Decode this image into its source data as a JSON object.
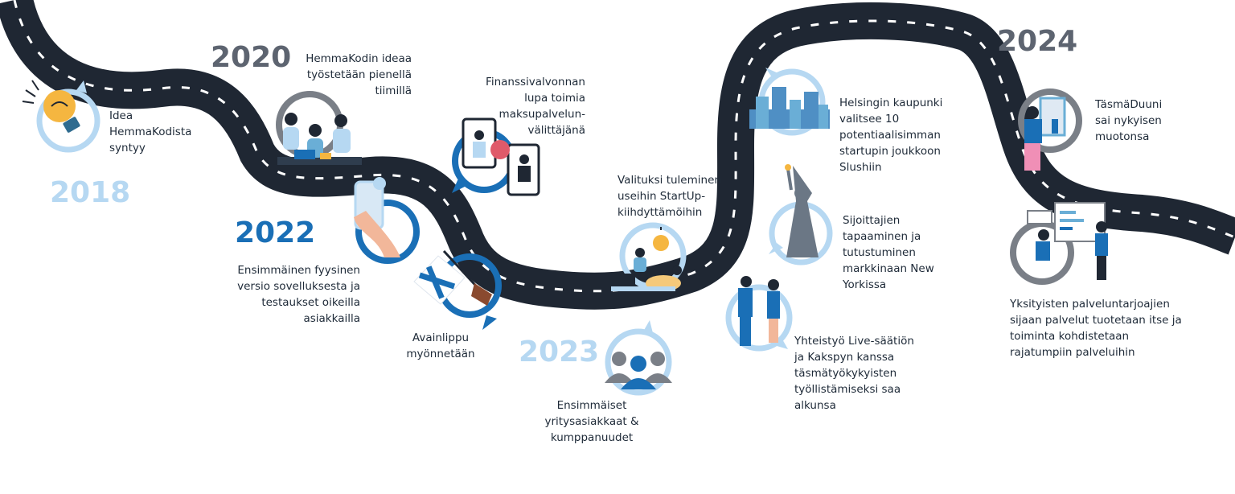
{
  "colors": {
    "road": "#1f2733",
    "dash": "#ffffff",
    "year_grey": "#5d6470",
    "year_light_blue": "#b6d8f2",
    "year_blue": "#1a6fb6",
    "ring_light": "#b6d8f2",
    "ring_blue": "#1a6fb6",
    "ring_grey": "#7a7f87"
  },
  "years": {
    "y2018": "2018",
    "y2020": "2020",
    "y2022": "2022",
    "y2023": "2023",
    "y2024": "2024"
  },
  "milestones": {
    "idea": "Idea\nHemmaKodista\nsyntyy",
    "team": "HemmaKodin ideaa\ntyöstetään pienellä\ntiimillä",
    "license": "Finanssivalvonnan\nlupa toimia\nmaksupalvelun-\nvälittäjänä",
    "prototype": "Ensimmäinen fyysinen\nversio sovelluksesta ja\ntestaukset oikeilla\nasiakkailla",
    "key_flag": "Avainlippu\nmyönnetään",
    "accelerators": "Valituksi tuleminen\nuseihin StartUp-\nkiihdyttämöihin",
    "first_clients": "Ensimmäiset\nyritysasiakkaat &\nkumppanuudet",
    "helsinki": "Helsingin kaupunki\nvalitsee 10\npotentiaalisimman\nstartupin joukkoon\nSlushiin",
    "investors": "Sijoittajien\ntapaaminen ja\ntutustuminen\nmarkkinaan New\nYorkissa",
    "cooperation": "Yhteistyö Live-säätiön\nja Kakspyn kanssa\ntäsmätyökykyisten\ntyöllistämiseksi saa\nalkunsa",
    "tasmaduuni": "TäsmäDuuni\nsai nykyisen\nmuotonsa",
    "own_services": "Yksityisten palveluntarjoajien\nsijaan palvelut tuotetaan itse ja\ntoiminta kohdistetaan\nrajatumpiin palveluihin"
  },
  "icons": {
    "idea": "lightbulb-icon",
    "team": "team-meeting-icon",
    "license": "phone-handshake-icon",
    "prototype": "hand-holding-phone-icon",
    "key_flag": "finnish-flag-icon",
    "accelerators": "startup-team-icon",
    "first_clients": "people-group-icon",
    "helsinki": "city-skyline-icon",
    "investors": "statue-of-liberty-icon",
    "cooperation": "handshake-people-icon",
    "tasmaduuni": "worker-window-icon",
    "own_services": "dashboard-workers-icon"
  }
}
